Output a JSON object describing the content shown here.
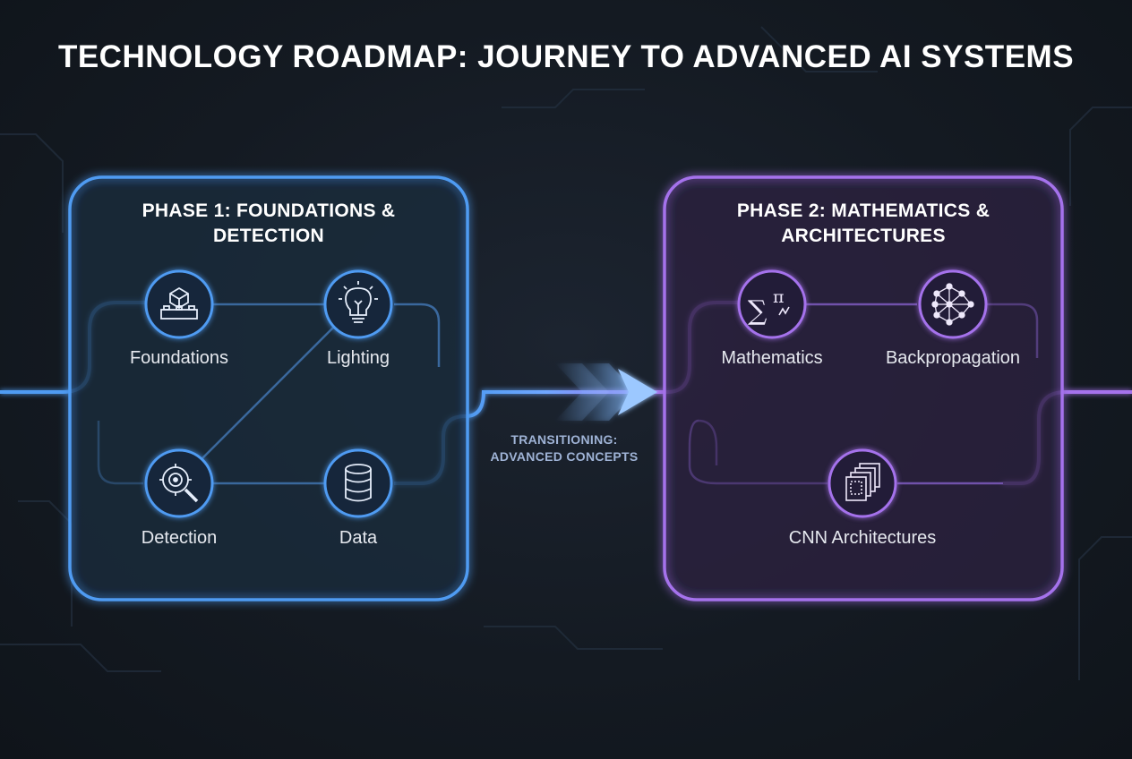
{
  "title": "TECHNOLOGY ROADMAP: JOURNEY TO ADVANCED AI SYSTEMS",
  "transition": {
    "line1": "TRANSITIONING:",
    "line2": "ADVANCED CONCEPTS"
  },
  "phases": [
    {
      "title_line1": "PHASE 1: FOUNDATIONS &",
      "title_line2": "DETECTION",
      "accent": "#4f9bf2",
      "nodes": [
        {
          "label": "Foundations",
          "icon": "building-blocks-icon"
        },
        {
          "label": "Lighting",
          "icon": "lightbulb-icon"
        },
        {
          "label": "Detection",
          "icon": "target-magnifier-icon"
        },
        {
          "label": "Data",
          "icon": "database-icon"
        }
      ]
    },
    {
      "title_line1": "PHASE 2: MATHEMATICS &",
      "title_line2": "ARCHITECTURES",
      "accent": "#a572ec",
      "nodes": [
        {
          "label": "Mathematics",
          "icon": "sigma-pi-icon"
        },
        {
          "label": "Backpropagation",
          "icon": "neural-network-icon"
        },
        {
          "label": "CNN Architectures",
          "icon": "layered-stack-icon"
        }
      ]
    }
  ]
}
